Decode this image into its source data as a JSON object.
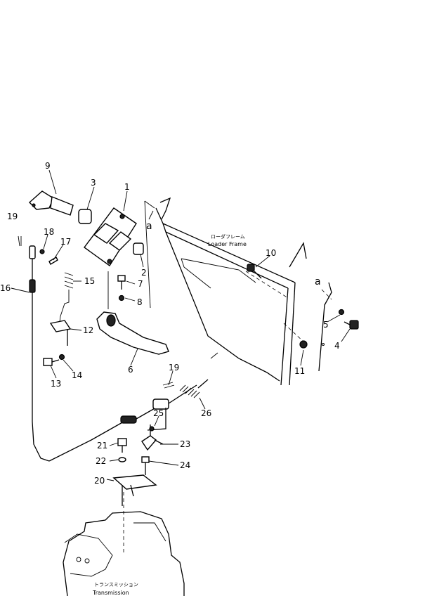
{
  "labels": {
    "loader_frame_jp": "ローダフレーム",
    "loader_frame_en": "Loader Frame",
    "transmission_jp": "トランスミッション",
    "transmission_en": "Transmission",
    "ref_a_upper": "a",
    "ref_a_right": "a"
  },
  "callouts": [
    "1",
    "2",
    "3",
    "4",
    "5",
    "6",
    "7",
    "8",
    "9",
    "10",
    "11",
    "12",
    "13",
    "14",
    "15",
    "16",
    "17",
    "18",
    "19",
    "19",
    "20",
    "21",
    "22",
    "23",
    "24",
    "25",
    "26"
  ]
}
